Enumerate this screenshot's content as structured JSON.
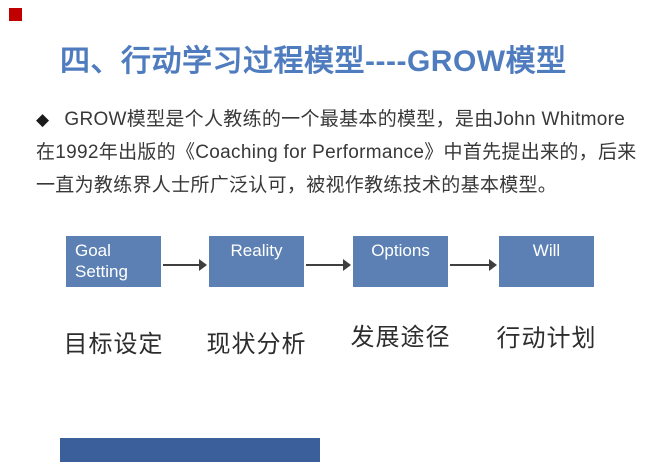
{
  "slide": {
    "marker_color": "#c00000",
    "title": {
      "text": "四、行动学习过程模型----GROW模型",
      "color": "#4f7cbe"
    },
    "paragraph": {
      "bullet": "◆",
      "lines": [
        "GROW模型是个人教练的一个最基本的模型，是由John Whitmore",
        "在1992年出版的《Coaching for Performance》中首先提出来的，后来",
        "一直为教练界人士所广泛认可，被视作教练技术的基本模型。"
      ]
    },
    "diagram": {
      "box_color": "#5c80b4",
      "box_text_color": "#ffffff",
      "arrow_color": "#3f3f3f",
      "boxes": [
        {
          "label": "Goal Setting",
          "caption": "目标设定"
        },
        {
          "label": "Reality",
          "caption": "现状分析"
        },
        {
          "label": "Options",
          "caption": "发展途径"
        },
        {
          "label": "Will",
          "caption": "行动计划"
        }
      ]
    },
    "bottom_bar_color": "#3a5f9b"
  }
}
